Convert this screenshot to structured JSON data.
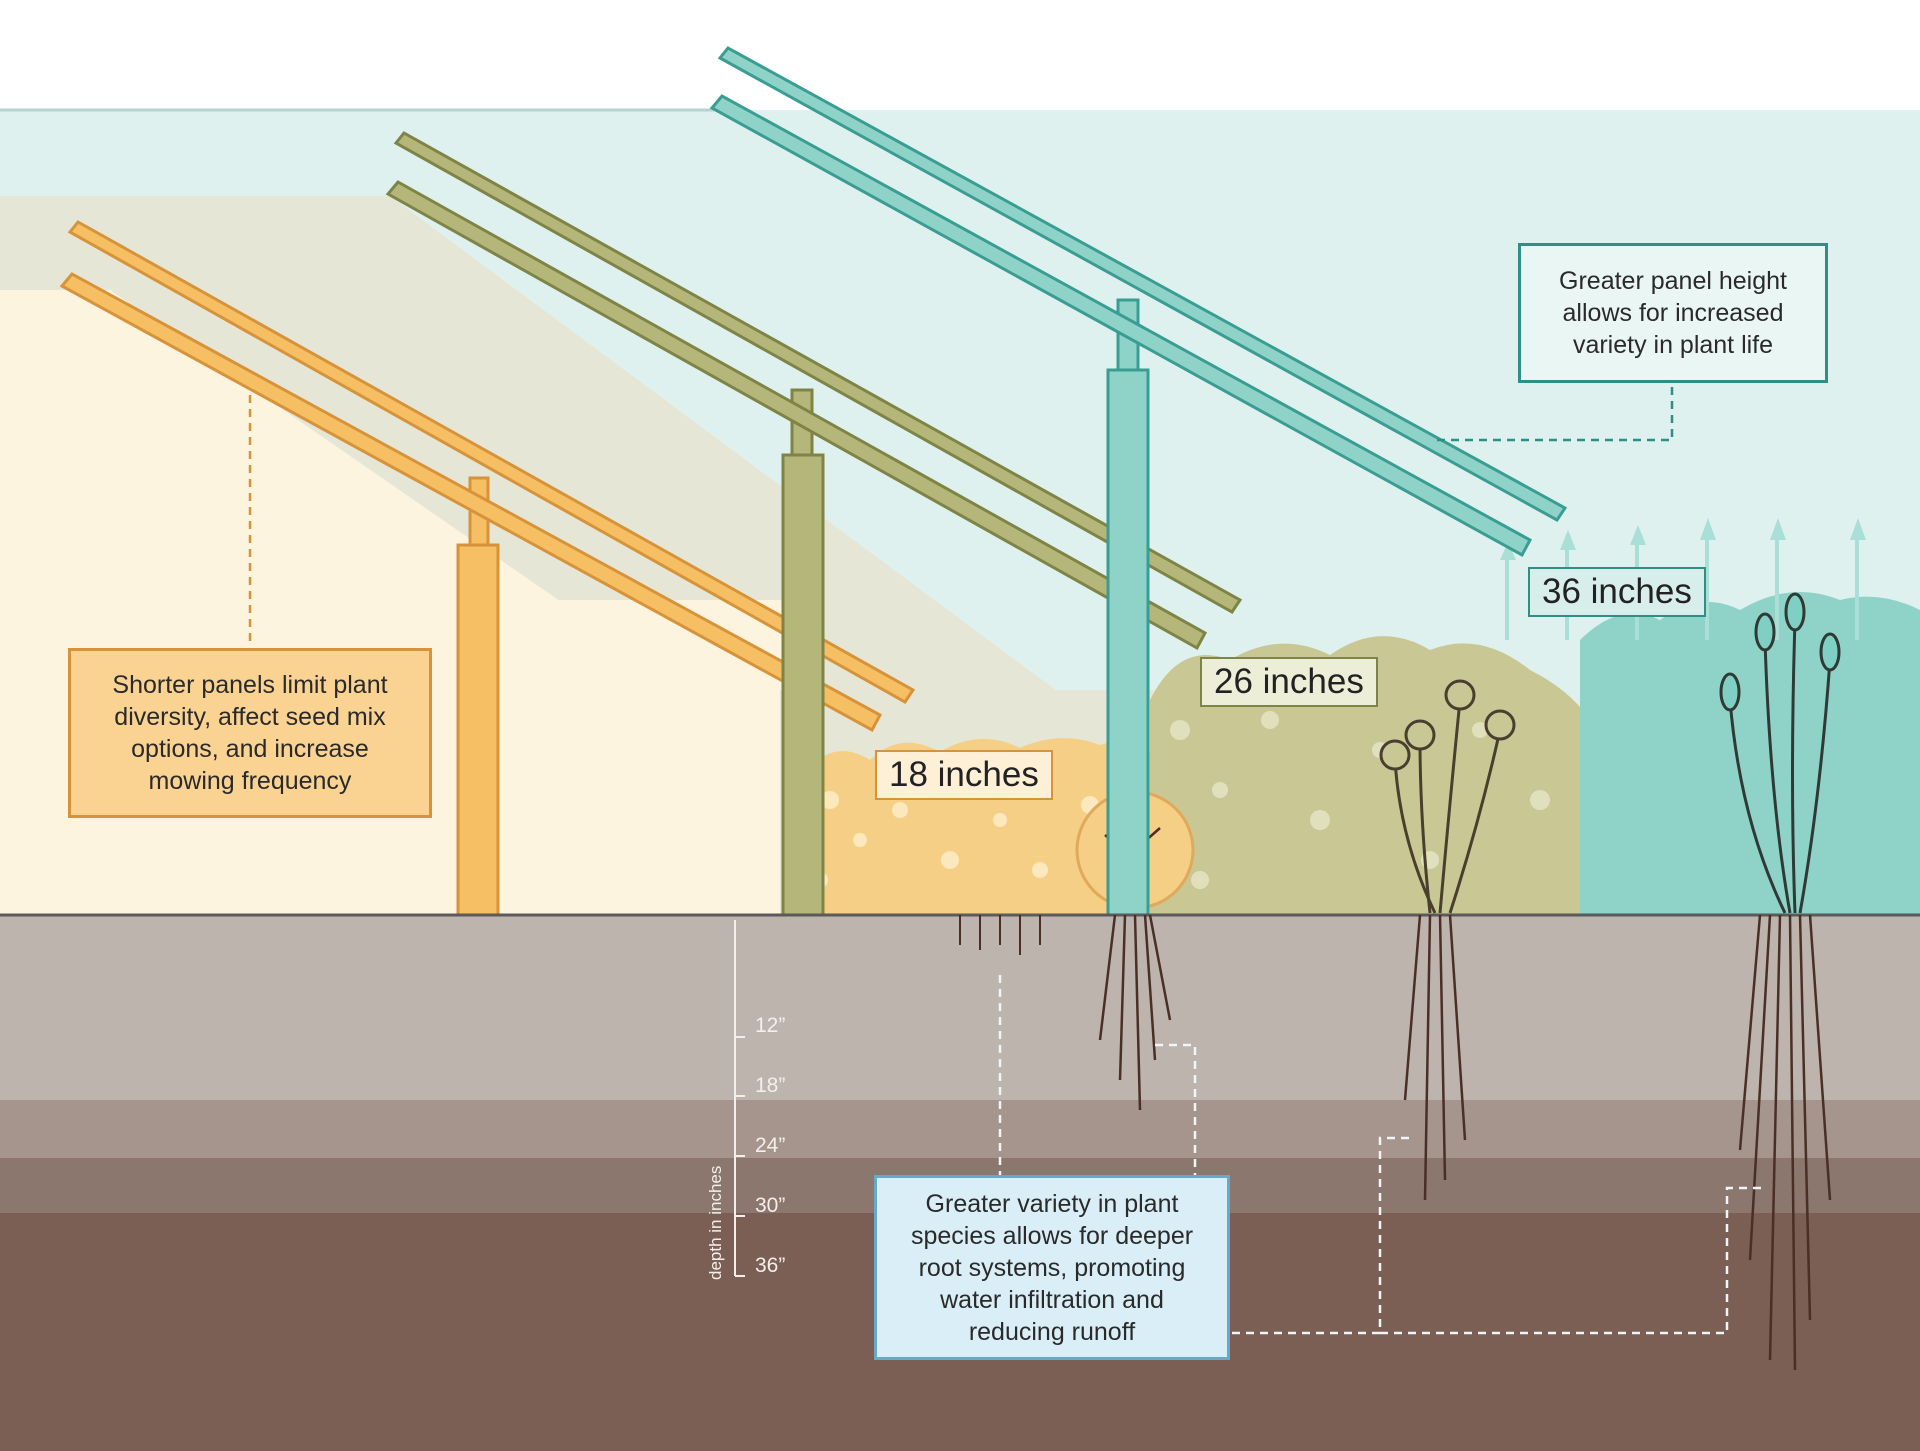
{
  "callouts": {
    "short_panels": "Shorter panels limit plant diversity, affect seed mix options, and increase mowing frequency",
    "tall_panels": "Greater panel height allows for increased variety in plant life",
    "roots": "Greater variety in plant species allows for deeper root systems, promoting water infiltration and reducing runoff"
  },
  "height_labels": {
    "h18": "18 inches",
    "h26": "26 inches",
    "h36": "36 inches"
  },
  "depth_scale": {
    "title": "depth in inches",
    "ticks": [
      "12”",
      "18”",
      "24”",
      "30”",
      "36”"
    ]
  },
  "colors": {
    "short_panel": "#f7bf63",
    "mid_panel": "#a8ad6a",
    "tall_panel": "#7fcfc4",
    "soil_top": "#bdb4ad",
    "soil_deep": "#7b5f55",
    "root": "#4a2f27"
  }
}
